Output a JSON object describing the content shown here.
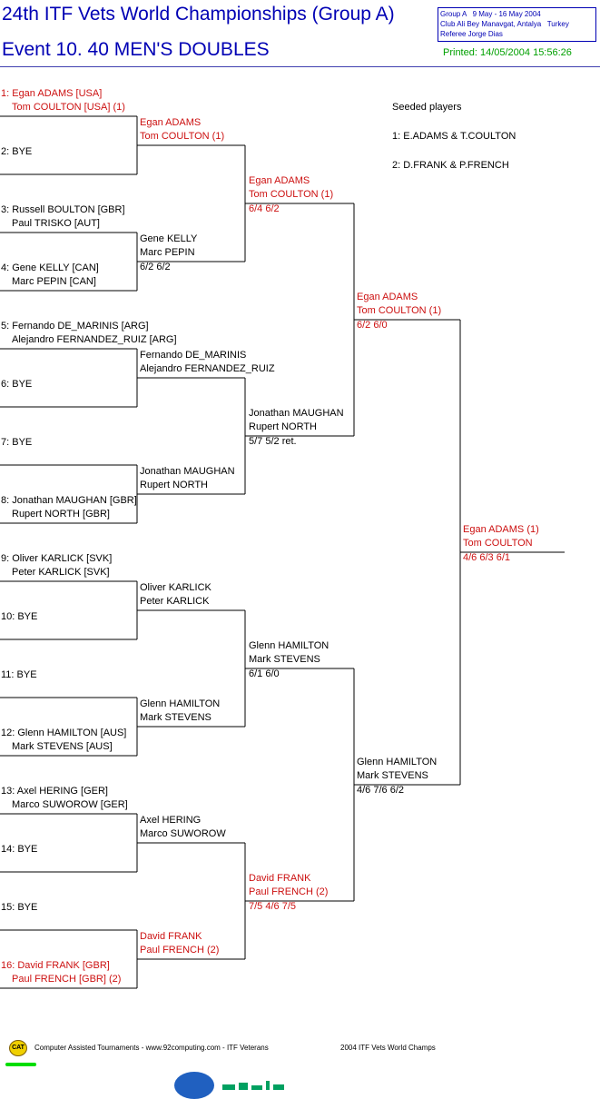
{
  "header": {
    "title": "24th ITF Vets World Championships (Group A)",
    "event": "Event 10. 40 MEN'S DOUBLES",
    "info_lines": [
      "Group A   9 May - 16 May 2004",
      "Club Ali Bey Manavgat, Antalya   Turkey",
      "Referee Jorge Dias"
    ],
    "printed": "Printed: 14/05/2004 15:56:26"
  },
  "seeded": {
    "title": "Seeded players",
    "lines": [
      "1: E.ADAMS & T.COULTON",
      "2: D.FRANK & P.FRENCH"
    ]
  },
  "round1": [
    {
      "l1": "1: Egan ADAMS [USA]",
      "l2": "Tom COULTON [USA] (1)",
      "seed": true
    },
    {
      "l1": "2: BYE",
      "l2": "",
      "seed": false
    },
    {
      "l1": "3: Russell BOULTON [GBR]",
      "l2": "Paul TRISKO [AUT]",
      "seed": false
    },
    {
      "l1": "4: Gene KELLY [CAN]",
      "l2": "Marc PEPIN [CAN]",
      "seed": false
    },
    {
      "l1": "5: Fernando DE_MARINIS [ARG]",
      "l2": "Alejandro FERNANDEZ_RUIZ [ARG]",
      "seed": false
    },
    {
      "l1": "6: BYE",
      "l2": "",
      "seed": false
    },
    {
      "l1": "7: BYE",
      "l2": "",
      "seed": false
    },
    {
      "l1": "8: Jonathan MAUGHAN [GBR]",
      "l2": "Rupert NORTH [GBR]",
      "seed": false
    },
    {
      "l1": "9: Oliver KARLICK [SVK]",
      "l2": "Peter KARLICK [SVK]",
      "seed": false
    },
    {
      "l1": "10: BYE",
      "l2": "",
      "seed": false
    },
    {
      "l1": "11: BYE",
      "l2": "",
      "seed": false
    },
    {
      "l1": "12: Glenn HAMILTON [AUS]",
      "l2": "Mark STEVENS [AUS]",
      "seed": false
    },
    {
      "l1": "13: Axel HERING [GER]",
      "l2": "Marco SUWOROW [GER]",
      "seed": false
    },
    {
      "l1": "14: BYE",
      "l2": "",
      "seed": false
    },
    {
      "l1": "15: BYE",
      "l2": "",
      "seed": false
    },
    {
      "l1": "16: David FRANK [GBR]",
      "l2": "Paul FRENCH [GBR] (2)",
      "seed": true
    }
  ],
  "round2": [
    {
      "l1": "Egan ADAMS",
      "l2": "Tom COULTON (1)",
      "score": "",
      "seed": true
    },
    {
      "l1": "Gene KELLY",
      "l2": "Marc PEPIN",
      "score": "6/2 6/2",
      "seed": false
    },
    {
      "l1": "Fernando DE_MARINIS",
      "l2": "Alejandro FERNANDEZ_RUIZ",
      "score": "",
      "seed": false
    },
    {
      "l1": "Jonathan MAUGHAN",
      "l2": "Rupert NORTH",
      "score": "",
      "seed": false
    },
    {
      "l1": "Oliver KARLICK",
      "l2": "Peter KARLICK",
      "score": "",
      "seed": false
    },
    {
      "l1": "Glenn HAMILTON",
      "l2": "Mark STEVENS",
      "score": "",
      "seed": false
    },
    {
      "l1": "Axel HERING",
      "l2": "Marco SUWOROW",
      "score": "",
      "seed": false
    },
    {
      "l1": "David FRANK",
      "l2": "Paul FRENCH (2)",
      "score": "",
      "seed": true
    }
  ],
  "round3": [
    {
      "l1": "Egan ADAMS",
      "l2": "Tom COULTON (1)",
      "score": "6/4 6/2",
      "seed": true
    },
    {
      "l1": "Jonathan MAUGHAN",
      "l2": "Rupert NORTH",
      "score": "5/7 5/2 ret.",
      "seed": false
    },
    {
      "l1": "Glenn HAMILTON",
      "l2": "Mark STEVENS",
      "score": "6/1 6/0",
      "seed": false
    },
    {
      "l1": "David FRANK",
      "l2": "Paul FRENCH (2)",
      "score": "7/5 4/6 7/5",
      "seed": true
    }
  ],
  "round4": [
    {
      "l1": "Egan ADAMS",
      "l2": "Tom COULTON (1)",
      "score": "6/2 6/0",
      "seed": true
    },
    {
      "l1": "Glenn HAMILTON",
      "l2": "Mark STEVENS",
      "score": "4/6 7/6 6/2",
      "seed": false
    }
  ],
  "final": [
    {
      "l1": "Egan ADAMS (1)",
      "l2": "Tom COULTON",
      "score": "4/6 6/3 6/1",
      "seed": true
    }
  ],
  "footer": {
    "logo_text": "CAT",
    "left": "Computer Assisted Tournaments - www.92computing.com -  ITF Veterans",
    "right": "2004 ITF Vets World Champs"
  }
}
